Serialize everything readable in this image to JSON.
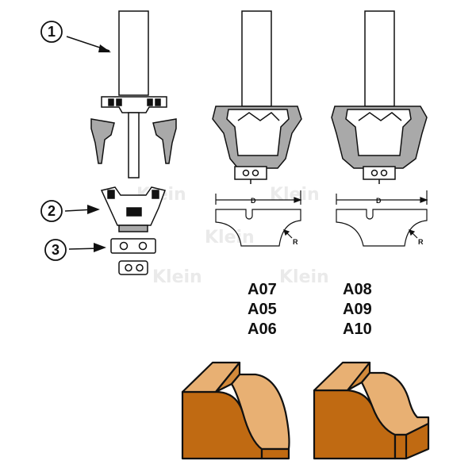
{
  "callouts": [
    "1",
    "2",
    "3"
  ],
  "dimensions": {
    "left": {
      "diameter_label": "D",
      "radius_label": "R"
    },
    "right": {
      "diameter_label": "D",
      "radius_label": "R"
    }
  },
  "codes": {
    "left": [
      "A07",
      "A05",
      "A06"
    ],
    "right": [
      "A08",
      "A09",
      "A10"
    ]
  },
  "watermark": "Klein",
  "colors": {
    "outline": "#111111",
    "gray_fill": "#a9a9a9",
    "wood_face": "#c06a12",
    "wood_top": "#e8b073",
    "wood_mid": "#d2893a"
  }
}
